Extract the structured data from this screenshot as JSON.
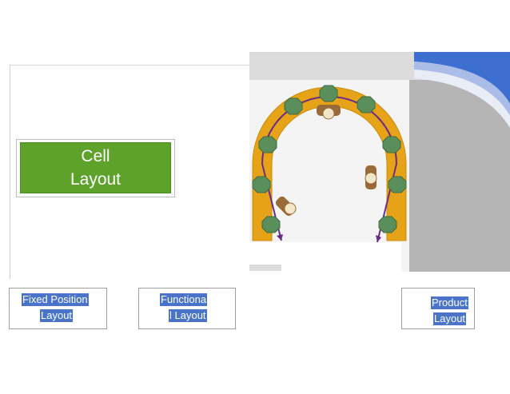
{
  "title_box": {
    "line1": "Cell",
    "line2": "Layout"
  },
  "buttons": {
    "fixed": {
      "line1": "Fixed Position",
      "line2": "Layout"
    },
    "functional": {
      "line1": "Functiona",
      "line2": "l Layout"
    },
    "product": {
      "line1": "Product",
      "line2": "Layout"
    }
  },
  "colors": {
    "cell_green": "#5ea22c",
    "track_orange": "#e6a317",
    "machine_green": "#5a8f5c",
    "flow_purple": "#6a2a87",
    "label_blue": "#4a74c9",
    "corner_blue": "#3d6fd1"
  },
  "illustration": {
    "icons": [
      "u-shaped-cell-track",
      "machine-icon",
      "worker-icon",
      "flow-arrow-icon"
    ]
  }
}
